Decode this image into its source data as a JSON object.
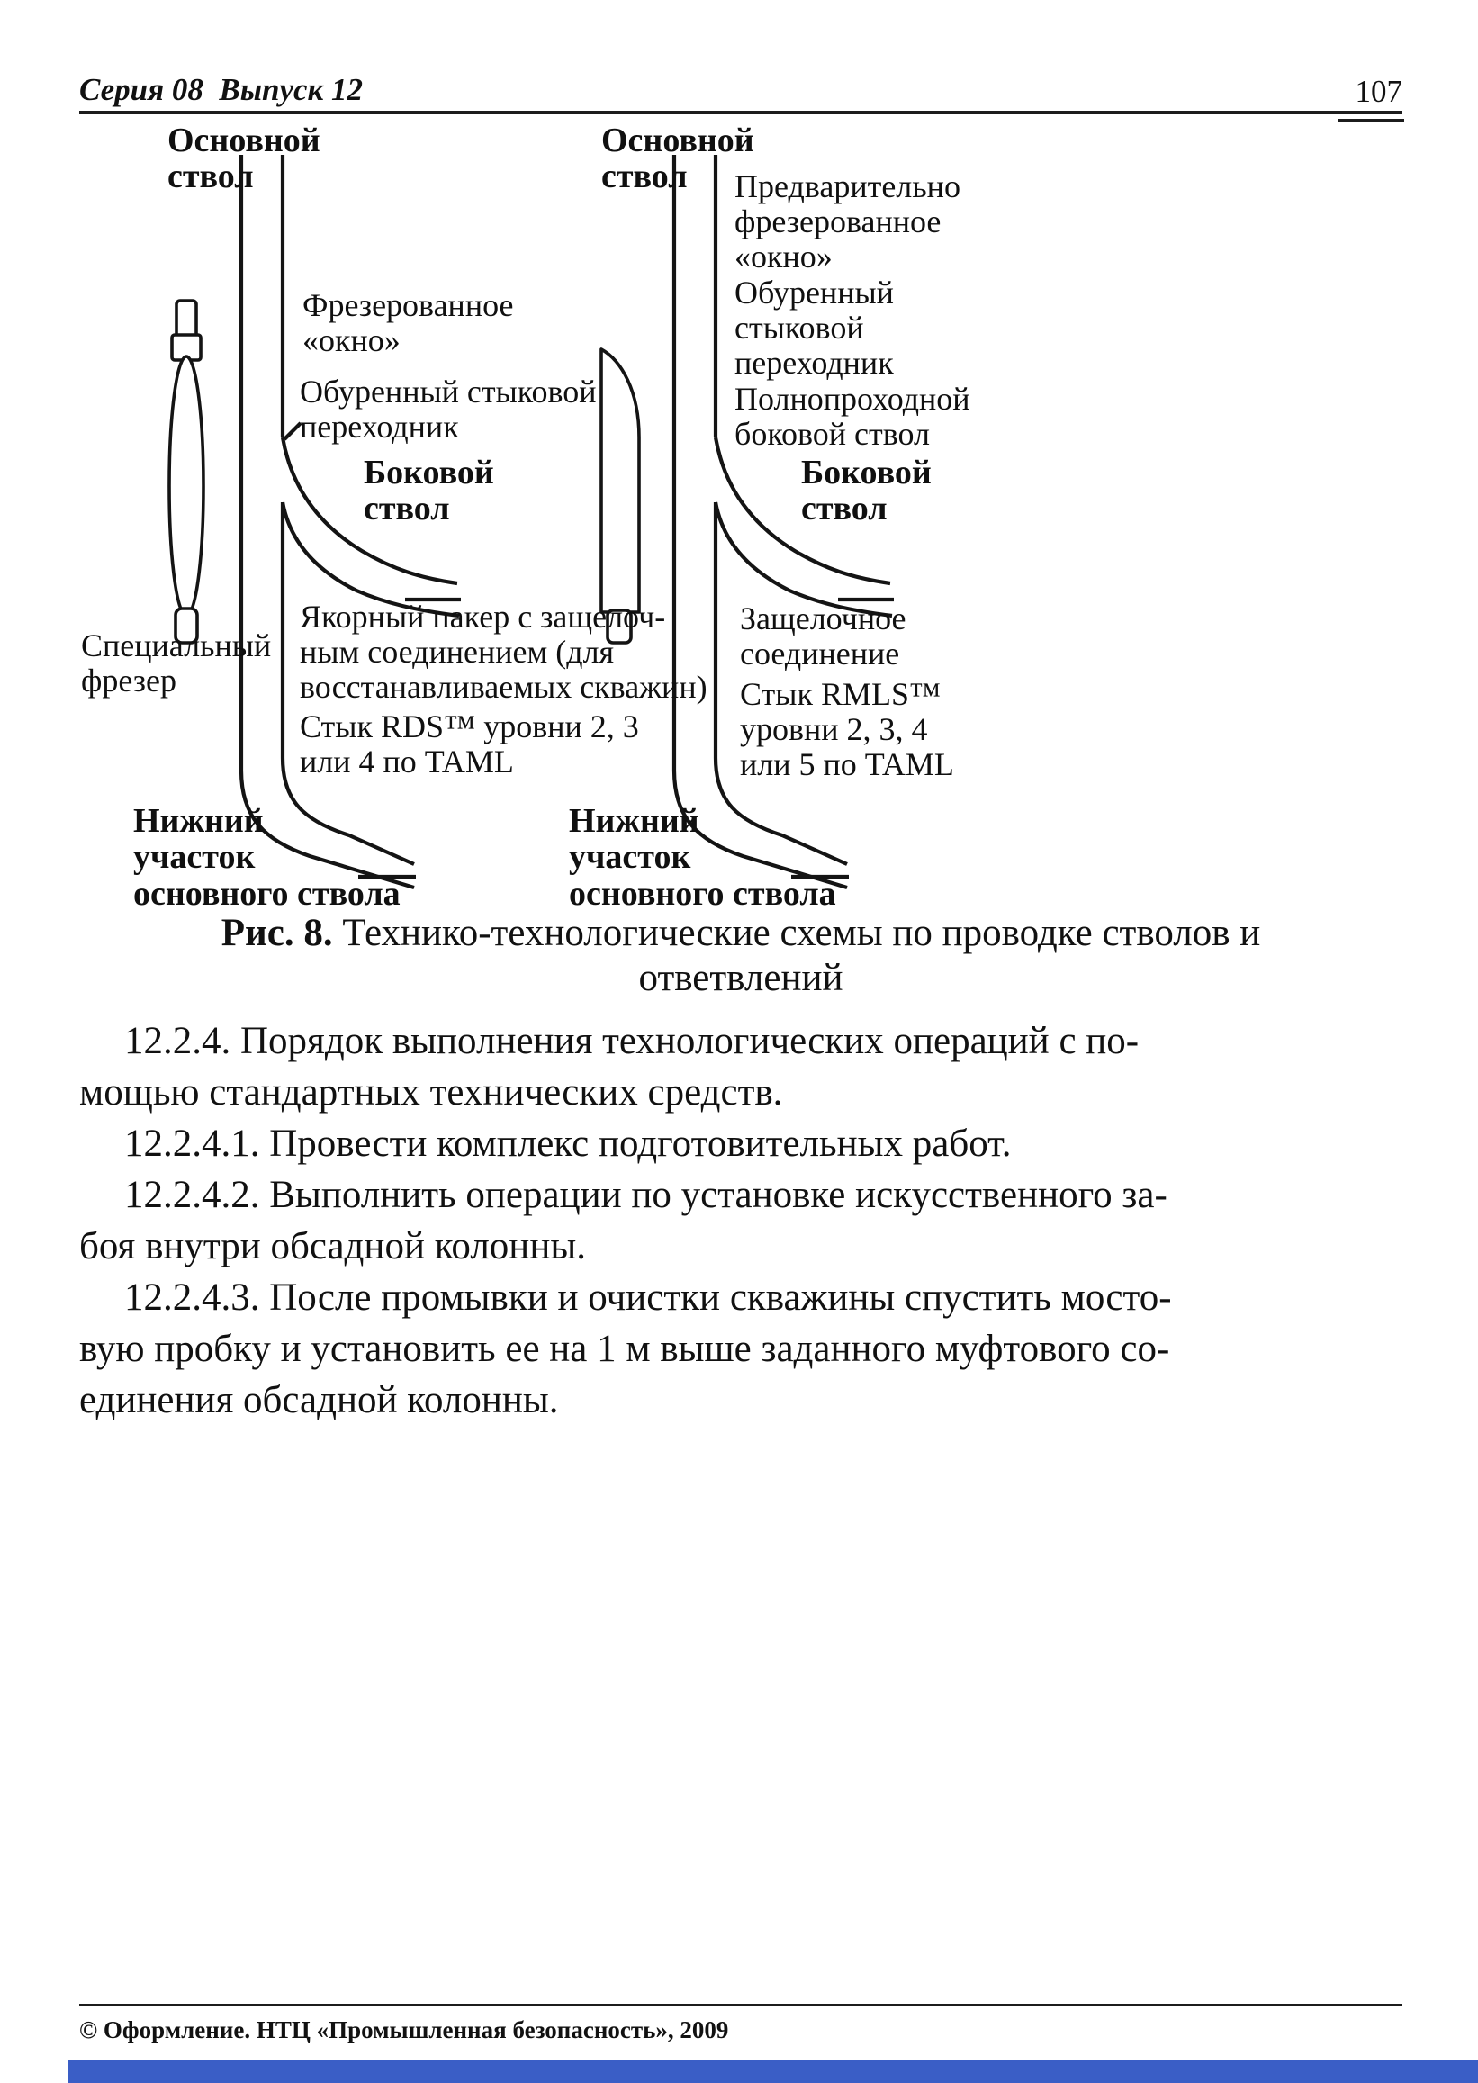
{
  "header": {
    "series": "Серия 08  Выпуск 12",
    "page_number": "107"
  },
  "figure": {
    "left": {
      "main_bore": "Основной\nствол",
      "window": "Фрезерованное\n«окно»",
      "adapter": "Обуренный стыковой\nпереходник",
      "lateral": "Боковой\nствол",
      "mill": "Специальный\nфрезер",
      "packer": "Якорный пакер с защелоч-\nным соединением (для\nвосстанавливаемых скважин)",
      "joint": "Стык RDS™ уровни 2, 3\nили 4 по TAML",
      "lower": "Нижний\nучасток\nосновного ствола"
    },
    "right": {
      "main_bore": "Основной\nствол",
      "pre_window": "Предварительно\nфрезерованное\n«окно»",
      "adapter": "Обуренный\nстыковой\nпереходник",
      "fullbore": "Полнопроходной\nбоковой ствол",
      "lateral": "Боковой\nствол",
      "latch": "Защелочное\nсоединение",
      "joint": "Стык RMLS™\nуровни 2, 3, 4\nили 5 по TAML",
      "lower": "Нижний\nучасток\nосновного ствола"
    },
    "caption": {
      "bold": "Рис. 8.",
      "rest": " Технико-технологические схемы по проводке стволов и",
      "line2": "ответвлений"
    }
  },
  "body": {
    "p1": "12.2.4. Порядок выполнения технологических операций с по-\nмощью стандартных технических средств.",
    "p2": "12.2.4.1. Провести комплекс подготовительных работ.",
    "p3": "12.2.4.2. Выполнить операции по установке искусственного за-\nбоя внутри обсадной колонны.",
    "p4": "12.2.4.3. После промывки и очистки скважины спустить мосто-\nвую пробку и установить ее на 1 м выше заданного муфтового со-\nединения обсадной колонны."
  },
  "footer": {
    "copyright": "© Оформление. НТЦ «Промышленная безопасность», 2009"
  }
}
